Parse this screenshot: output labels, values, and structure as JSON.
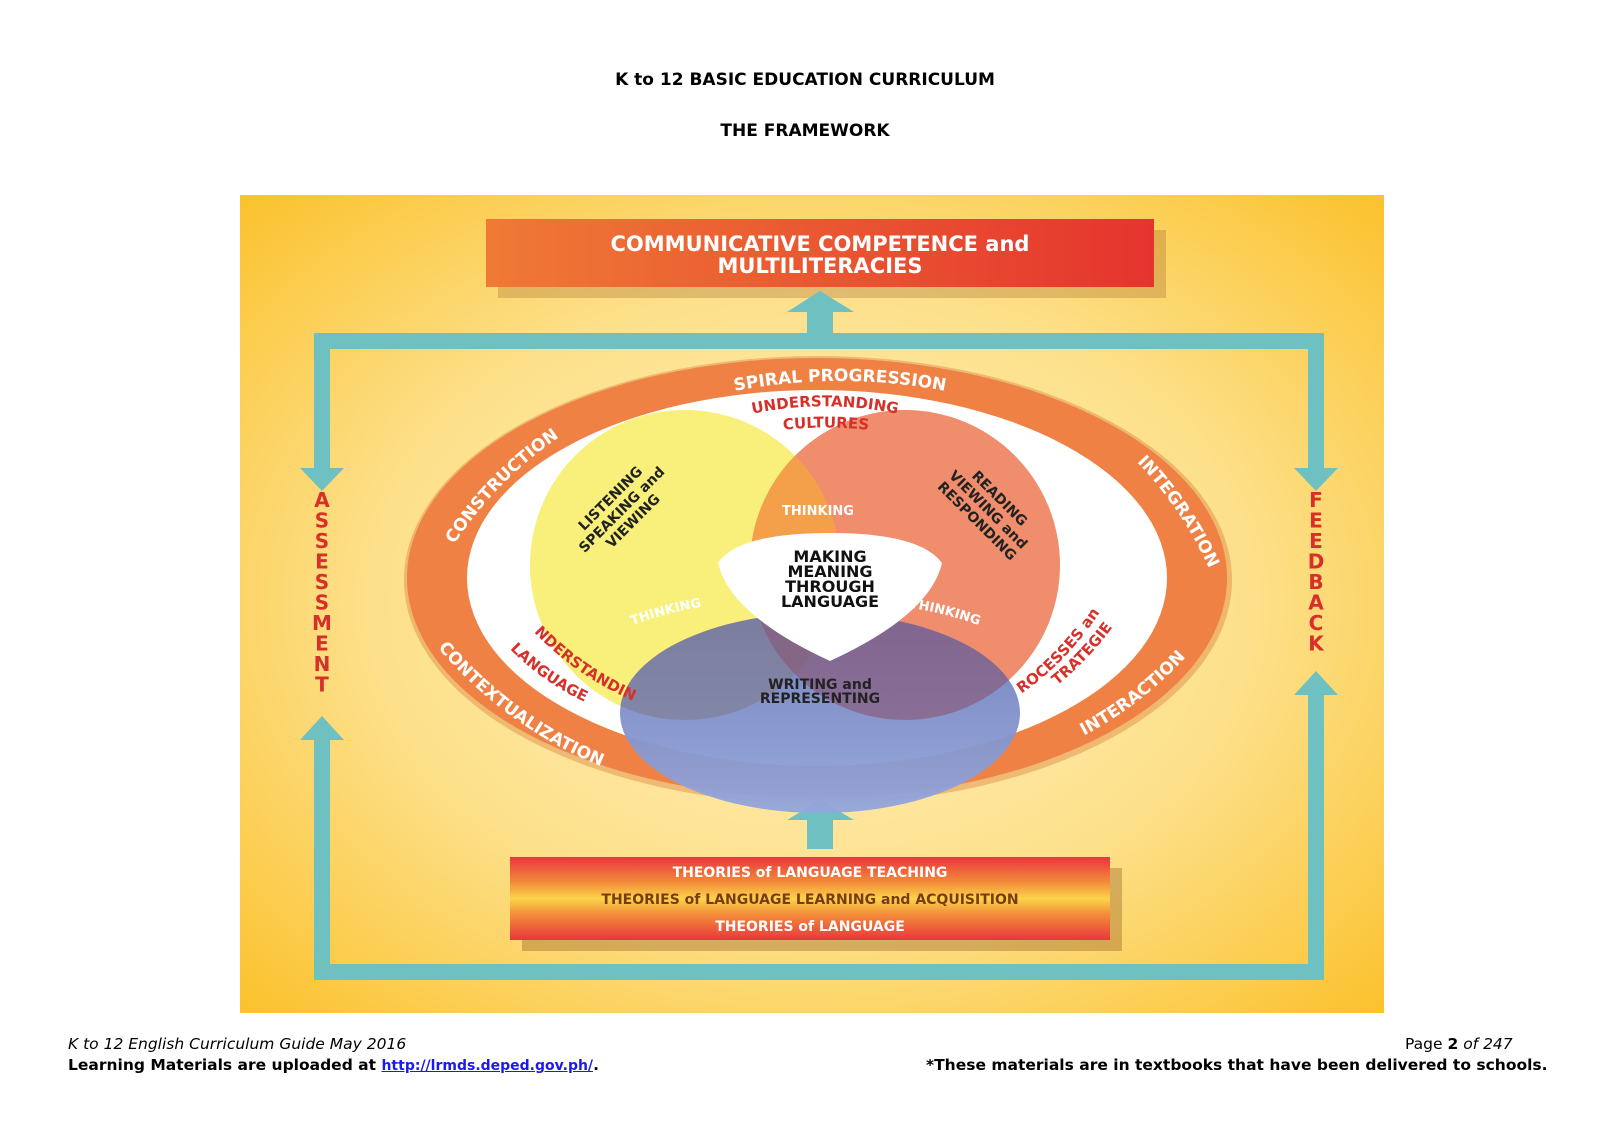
{
  "header": {
    "title": "K to 12 BASIC EDUCATION CURRICULUM",
    "subtitle": "THE FRAMEWORK"
  },
  "diagram": {
    "goal_line1": "COMMUNICATIVE COMPETENCE and",
    "goal_line2": "MULTILITERACIES",
    "ring_outer": {
      "top": "SPIRAL PROGRESSION",
      "upper_left": "CONSTRUCTION",
      "upper_right": "INTEGRATION",
      "lower_left": "CONTEXTUALIZATION",
      "lower_right": "INTERACTION"
    },
    "ring_inner": {
      "top_line1": "UNDERSTANDING",
      "top_line2": "CULTURES",
      "left_line1": "UNDERSTANDING",
      "left_line2": "LANGUAGE",
      "right_line1": "PROCESSES and",
      "right_line2": "STRATEGIES"
    },
    "circles": {
      "left_line1": "LISTENING",
      "left_line2": "SPEAKING and",
      "left_line3": "VIEWING",
      "right_line1": "READING",
      "right_line2": "VIEWING and",
      "right_line3": "RESPONDING",
      "bottom_line1": "WRITING and",
      "bottom_line2": "REPRESENTING"
    },
    "thinking": "THINKING",
    "center": [
      "MAKING",
      "MEANING",
      "THROUGH",
      "LANGUAGE"
    ],
    "assessment": "ASSESSMENT",
    "feedback": "FEEDBACK",
    "theories": [
      "THEORIES of LANGUAGE TEACHING",
      "THEORIES of LANGUAGE LEARNING and ACQUISITION",
      "THEORIES of LANGUAGE"
    ],
    "colors": {
      "background": "#fbc93a",
      "arrow": "#6fc0c0",
      "outer_ring": "#ef8144",
      "goal_box": "#e8492e",
      "circle_left": "#f8f07a",
      "circle_right": "#ef8d6c",
      "circle_bottom": "#7f8fcf",
      "label_red": "#d7302a"
    }
  },
  "footer": {
    "guide": "K to 12 English Curriculum Guide May 2016",
    "page_prefix": "Page",
    "page_number": "2",
    "page_of": "of 247",
    "materials_text": "Learning Materials are uploaded at",
    "materials_link": "http://lrmds.deped.gov.ph/",
    "materials_end": ".",
    "note": "*These materials are in textbooks that have been delivered to schools."
  }
}
